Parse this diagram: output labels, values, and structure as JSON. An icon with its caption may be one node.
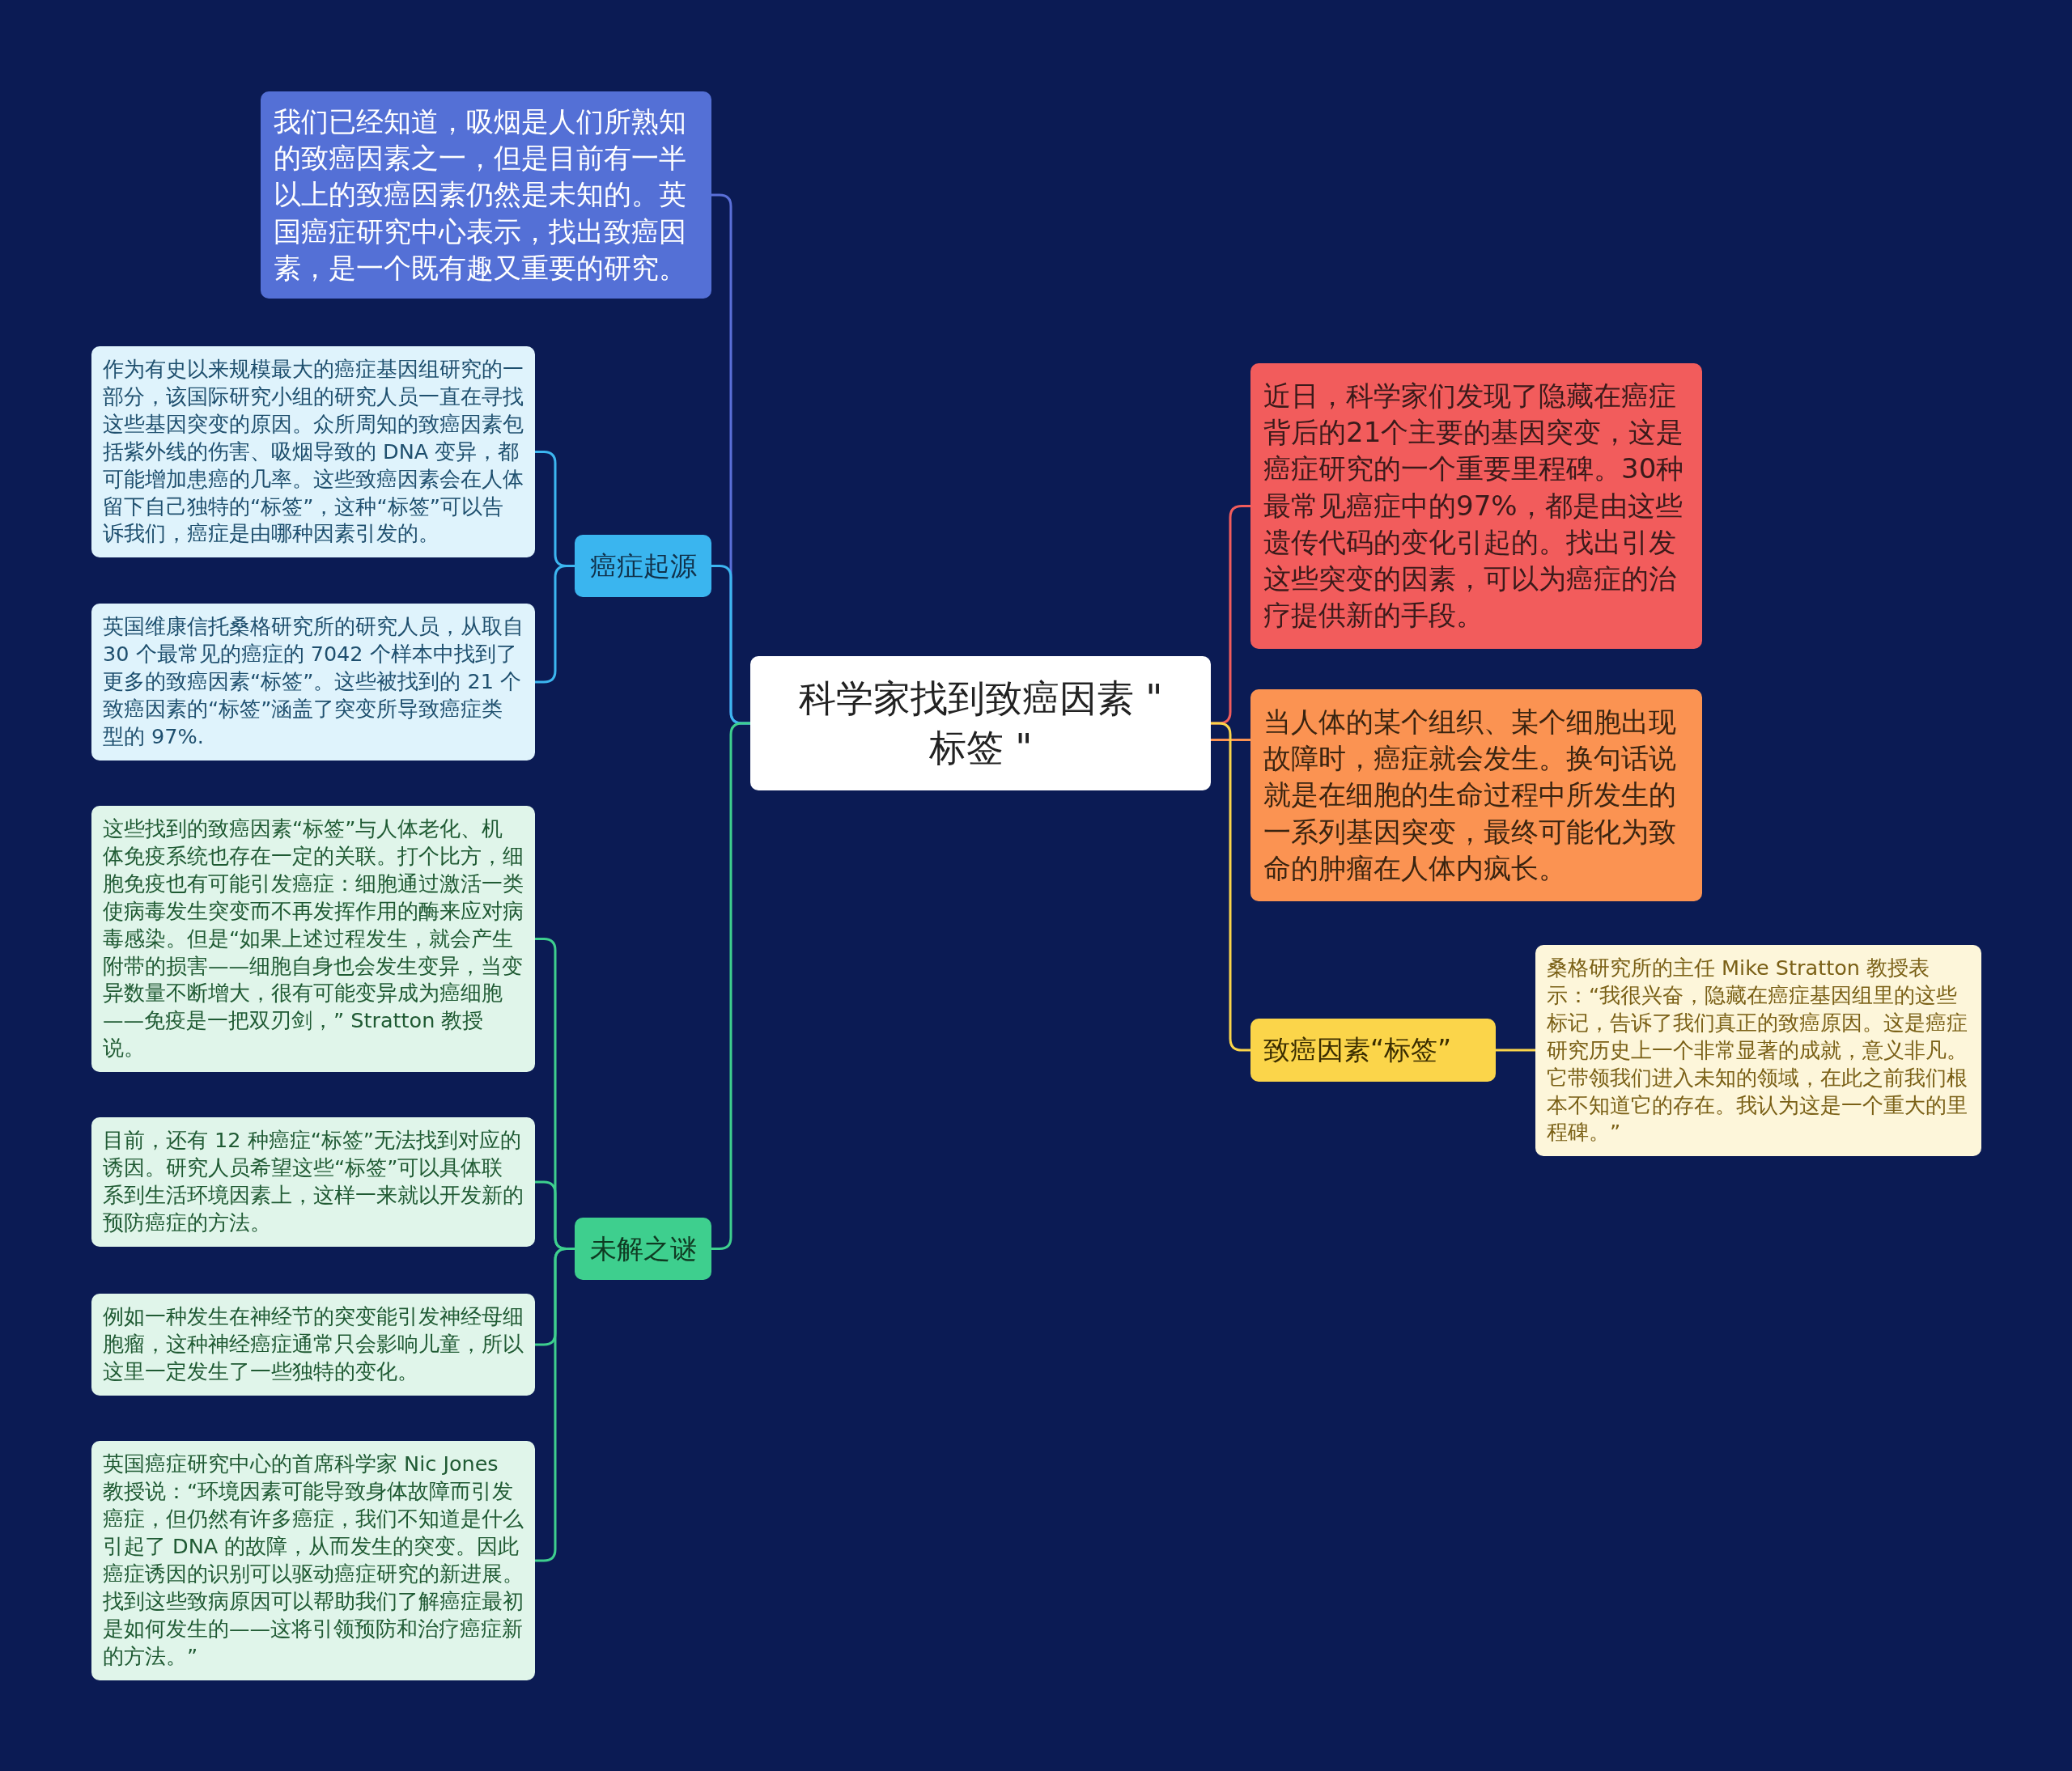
{
  "diagram": {
    "nodes": [
      {
        "text": [
          "科学家找到致癌因素 \" 标签 \""
        ]
      },
      {
        "text": [
          "我们已经知道，吸烟是人们所熟知的致癌因素之一，但是目前有一半以上的致癌因素仍然是未知的。英国癌症研究中心表示，找出致癌因素，是一个既有趣又重要的研究。"
        ]
      },
      {
        "text": [
          "癌症起源"
        ]
      },
      {
        "text": [
          "作为有史以来规模最大的癌症基因组研究的一部分，该国际研究小组的研究人员一直在寻找这些基因突变的原因。众所周知的致癌因素包括紫外线的伤害、吸烟导致的 DNA 变异，都可能增加患癌的几率。这些致癌因素会在人体留下自己独特的“标签”，这种“标签”可以告诉我们，癌症是由哪种因素引发的。"
        ]
      },
      {
        "text": [
          "英国维康信托桑格研究所的研究人员，从取自 30 个最常见的癌症的 7042 个样本中找到了更多的致癌因素“标签”。这些被找到的 21 个致癌因素的“标签”涵盖了突变所导致癌症类型的 97%."
        ]
      },
      {
        "text": [
          "未解之谜"
        ]
      },
      {
        "text": [
          "这些找到的致癌因素“标签”与人体老化、机体免疫系统也存在一定的关联。打个比方，细胞免疫也有可能引发癌症：细胞通过激活一类使病毒发生突变而不再发挥作用的酶来应对病毒感染。但是“如果上述过程发生，就会产生附带的损害——细胞自身也会发生变异，当变异数量不断增大，很有可能变异成为癌细胞——免疫是一把双刃剑，” Stratton 教授说。"
        ]
      },
      {
        "text": [
          "目前，还有 12 种癌症“标签”无法找到对应的诱因。研究人员希望这些“标签”可以具体联系到生活环境因素上，这样一来就以开发新的预防癌症的方法。"
        ]
      },
      {
        "text": [
          "例如一种发生在神经节的突变能引发神经母细胞瘤，这种神经癌症通常只会影响儿童，所以这里一定发生了一些独特的变化。"
        ]
      },
      {
        "text": [
          "英国癌症研究中心的首席科学家 Nic Jones 教授说：“环境因素可能导致身体故障而引发癌症，但仍然有许多癌症，我们不知道是什么引起了 DNA 的故障，从而发生的突变。因此癌症诱因的识别可以驱动癌症研究的新进展。找到这些致病原因可以帮助我们了解癌症最初是如何发生的——这将引领预防和治疗癌症新的方法。”"
        ]
      },
      {
        "text": [
          "近日，科学家们发现了隐藏在癌症背后的21个主要的基因突变，这是癌症研究的一个重要里程碑。30种最常见癌症中的97%，都是由这些遗传代码的变化引起的。找出引发这些突变的因素，可以为癌症的治疗提供新的手段。"
        ]
      },
      {
        "text": [
          "当人体的某个组织、某个细胞出现故障时，癌症就会发生。换句话说就是在细胞的生命过程中所发生的一系列基因突变，最终可能化为致命的肿瘤在人体内疯长。"
        ]
      },
      {
        "text": [
          "致癌因素“标签”"
        ]
      },
      {
        "text": [
          "桑格研究所的主任 Mike Stratton 教授表示：“我很兴奋，隐藏在癌症基因组里的这些标记，告诉了我们真正的致癌原因。这是癌症研究历史上一个非常显著的成就，意义非凡。它带领我们进入未知的领域，在此之前我们根本不知道它的存在。我认为这是一个重大的里程碑。”"
        ]
      }
    ],
    "edges": [
      {
        "from": 0,
        "to": 1,
        "arrow": "none",
        "color": "#5a6fd8"
      },
      {
        "from": 0,
        "to": 2,
        "arrow": "none",
        "color": "#3cb6f0"
      },
      {
        "from": 0,
        "to": 5,
        "arrow": "none",
        "color": "#3ecf8e"
      },
      {
        "from": 2,
        "to": 3,
        "arrow": "none",
        "color": "#3cb6f0"
      },
      {
        "from": 2,
        "to": 4,
        "arrow": "none",
        "color": "#3cb6f0"
      },
      {
        "from": 5,
        "to": 6,
        "arrow": "none",
        "color": "#3ecf8e"
      },
      {
        "from": 5,
        "to": 7,
        "arrow": "none",
        "color": "#3ecf8e"
      },
      {
        "from": 5,
        "to": 8,
        "arrow": "none",
        "color": "#3ecf8e"
      },
      {
        "from": 5,
        "to": 9,
        "arrow": "none",
        "color": "#3ecf8e"
      },
      {
        "from": 0,
        "to": 10,
        "arrow": "none",
        "color": "#f25c5c"
      },
      {
        "from": 0,
        "to": 11,
        "arrow": "none",
        "color": "#fb9352"
      },
      {
        "from": 0,
        "to": 12,
        "arrow": "none",
        "color": "#fbd54a"
      },
      {
        "from": 12,
        "to": 13,
        "arrow": "none",
        "color": "#fbd54a"
      }
    ]
  }
}
